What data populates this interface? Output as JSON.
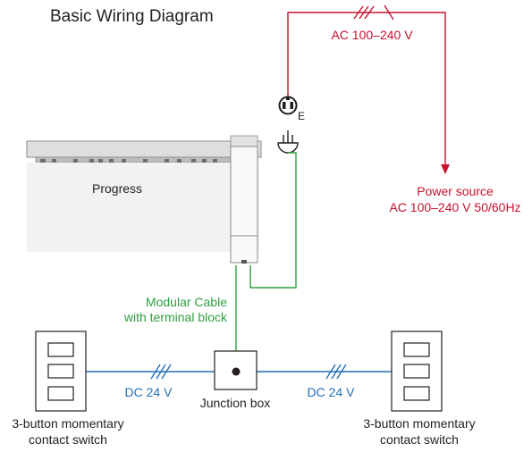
{
  "title": "Basic Wiring Diagram",
  "labels": {
    "ac_line": "AC 100–240 V",
    "earth": "E",
    "progress": "Progress",
    "power_source_1": "Power source",
    "power_source_2": "AC 100–240 V 50/60Hz",
    "modular_cable_1": "Modular Cable",
    "modular_cable_2": "with terminal block",
    "dc_left": "DC 24 V",
    "dc_right": "DC 24 V",
    "junction_box": "Junction box",
    "switch_left_1": "3-button momentary",
    "switch_left_2": "contact switch",
    "switch_right_1": "3-button momentary",
    "switch_right_2": "contact switch"
  },
  "colors": {
    "ac_wire": "#c8102e",
    "modular_cable": "#2e9e3f",
    "dc_wire": "#1f6fb5",
    "device": "#231f20"
  },
  "icons": {
    "outlet": "earthed-outlet-icon",
    "plug": "plug-icon",
    "motor": "curtain-track-motor-icon",
    "switch": "three-button-switch-icon",
    "junction": "junction-box-icon"
  }
}
